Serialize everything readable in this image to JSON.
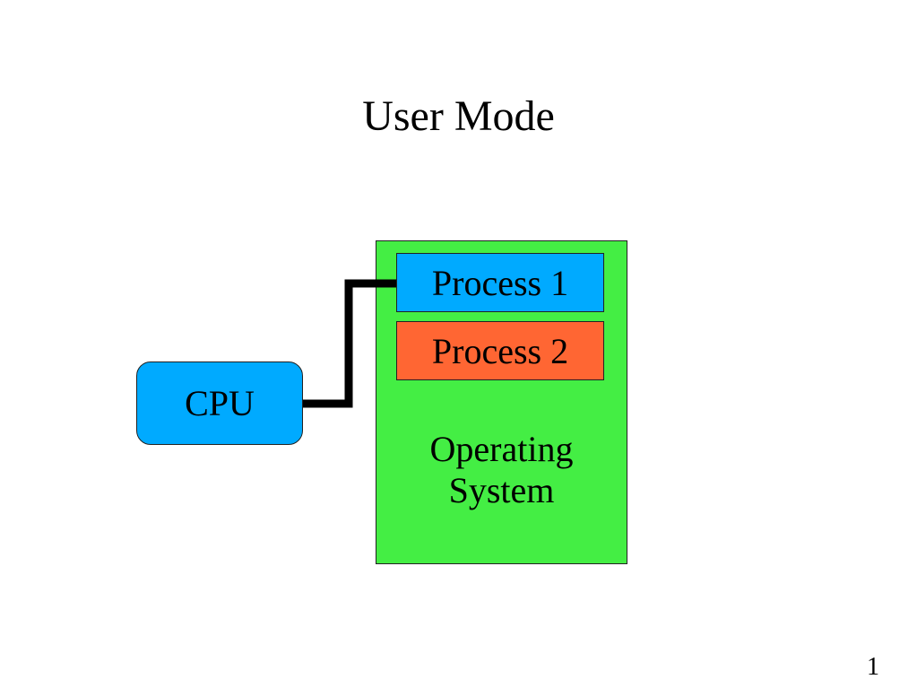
{
  "slide": {
    "title": "User Mode",
    "page_number": "1"
  },
  "diagram": {
    "operating_system": {
      "label_line1": "Operating",
      "label_line2": "System",
      "color": "#44ee44"
    },
    "processes": [
      {
        "label": "Process 1",
        "color": "#00aaff"
      },
      {
        "label": "Process 2",
        "color": "#ff6633"
      }
    ],
    "cpu": {
      "label": "CPU",
      "color": "#00aaff"
    },
    "connector": {
      "from": "CPU",
      "to": "Process 1",
      "color": "#000000"
    }
  }
}
